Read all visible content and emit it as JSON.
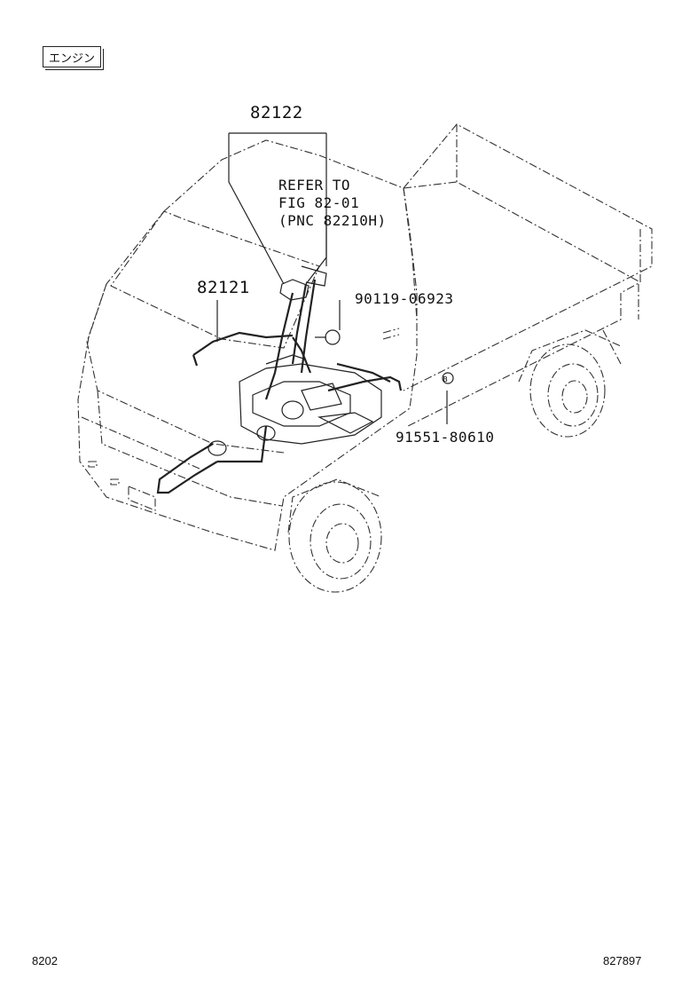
{
  "section_tag": "エンジン",
  "callouts": {
    "part_82122": "82122",
    "refer_line1": "REFER TO",
    "refer_line2": "FIG 82-01",
    "refer_line3": "(PNC 82210H)",
    "part_82121": "82121",
    "part_90119": "90119-06923",
    "part_91551": "91551-80610",
    "marker_b": "B"
  },
  "footer": {
    "left_code": "8202",
    "right_code": "827897"
  }
}
